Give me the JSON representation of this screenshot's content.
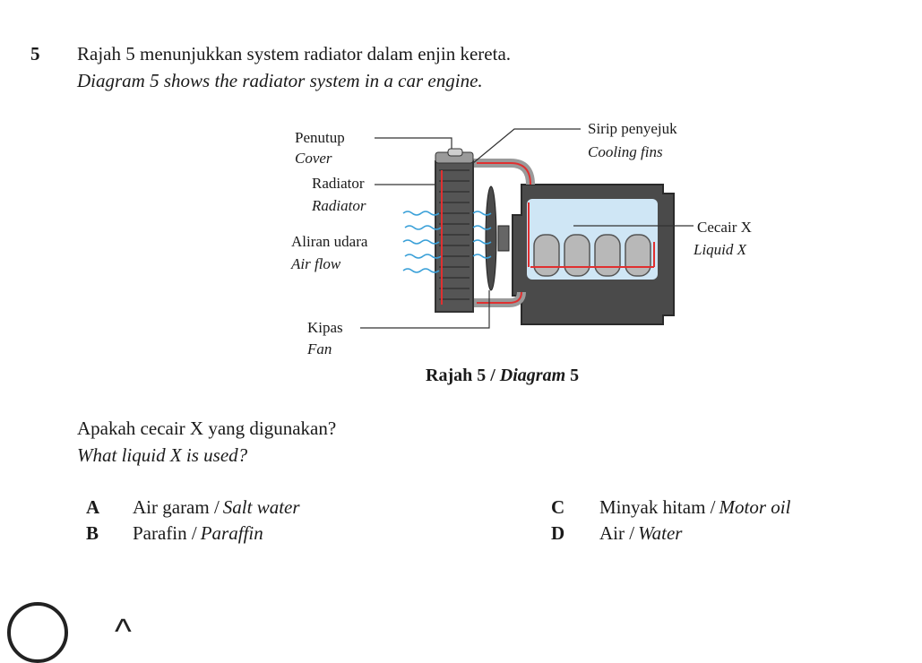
{
  "question": {
    "number": "5",
    "stem_ms": "Rajah 5 menunjukkan system radiator dalam enjin kereta.",
    "stem_en": "Diagram 5 shows the radiator system in a car engine."
  },
  "diagram": {
    "labels": {
      "cover_ms": "Penutup",
      "cover_en": "Cover",
      "radiator_ms": "Radiator",
      "radiator_en": "Radiator",
      "airflow_ms": "Aliran udara",
      "airflow_en": "Air flow",
      "fan_ms": "Kipas",
      "fan_en": "Fan",
      "fins_ms": "Sirip penyejuk",
      "fins_en": "Cooling fins",
      "liquid_ms": "Cecair X",
      "liquid_en": "Liquid X"
    },
    "caption_ms": "Rajah 5 /",
    "caption_en": "Diagram",
    "caption_num": "5",
    "colors": {
      "engine": "#4a4a4a",
      "coolant": "#cfe6f5",
      "flow_arrow": "#e03030",
      "air": "#3aa0d8"
    }
  },
  "prompt": {
    "ms": "Apakah cecair X yang digunakan?",
    "en": "What liquid X is used?"
  },
  "options": [
    {
      "letter": "A",
      "ms": "Air garam /",
      "en": "Salt water"
    },
    {
      "letter": "B",
      "ms": "Parafin /",
      "en": "Paraffin"
    },
    {
      "letter": "C",
      "ms": "Minyak hitam /",
      "en": "Motor oil"
    },
    {
      "letter": "D",
      "ms": "Air /",
      "en": "Water"
    }
  ],
  "bottom": {
    "circle_icon": "circle-outline-icon",
    "caret_glyph": "^"
  }
}
